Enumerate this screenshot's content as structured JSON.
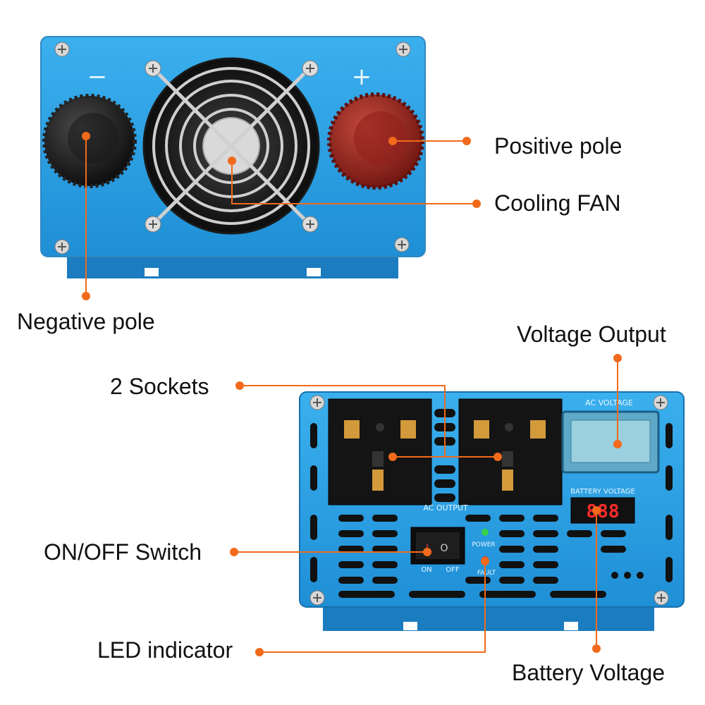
{
  "colors": {
    "accent": "#f26a1b",
    "casing": "#2a9fe0",
    "casing_dark": "#1b78b8",
    "label_text": "#111111"
  },
  "labels": {
    "positive_pole": "Positive pole",
    "cooling_fan": "Cooling FAN",
    "negative_pole": "Negative pole",
    "voltage_output": "Voltage Output",
    "two_sockets": "2 Sockets",
    "on_off_switch": "ON/OFF Switch",
    "led_indicator": "LED indicator",
    "battery_voltage": "Battery Voltage"
  },
  "panel": {
    "minus_sign": "−",
    "plus_sign": "+",
    "ac_voltage": "AC VOLTAGE",
    "battery_voltage": "BATTERY VOLTAGE",
    "ac_output": "AC OUTPUT",
    "power": "POWER",
    "fault": "FAULT",
    "on": "ON",
    "off": "OFF",
    "switch_on_mark": "I",
    "switch_off_mark": "O",
    "led_digits": "888"
  }
}
